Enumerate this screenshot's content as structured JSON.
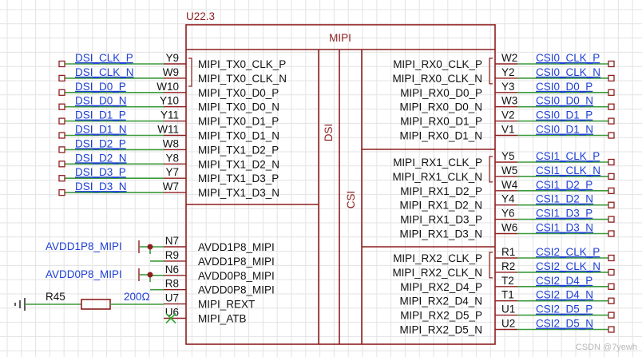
{
  "part": {
    "designator": "U22.3",
    "title": "MIPI",
    "dsi_label": "DSI",
    "csi_label": "CSI"
  },
  "left_pins": [
    {
      "net": "DSI_CLK_P",
      "num": "Y9",
      "name": "MIPI_TX0_CLK_P"
    },
    {
      "net": "DSI_CLK_N",
      "num": "W9",
      "name": "MIPI_TX0_CLK_N"
    },
    {
      "net": "DSI_D0_P",
      "num": "W10",
      "name": "MIPI_TX0_D0_P"
    },
    {
      "net": "DSI_D0_N",
      "num": "Y10",
      "name": "MIPI_TX0_D0_N"
    },
    {
      "net": "DSI_D1_P",
      "num": "Y11",
      "name": "MIPI_TX0_D1_P"
    },
    {
      "net": "DSI_D1_N",
      "num": "W11",
      "name": "MIPI_TX0_D1_N"
    },
    {
      "net": "DSI_D2_P",
      "num": "W8",
      "name": "MIPI_TX1_D2_P"
    },
    {
      "net": "DSI_D2_N",
      "num": "Y8",
      "name": "MIPI_TX1_D2_N"
    },
    {
      "net": "DSI_D3_P",
      "num": "Y7",
      "name": "MIPI_TX1_D3_P"
    },
    {
      "net": "DSI_D3_N",
      "num": "W7",
      "name": "MIPI_TX1_D3_N"
    }
  ],
  "power_pins": [
    {
      "num": "N7",
      "name": "AVDD1P8_MIPI"
    },
    {
      "num": "R9",
      "name": "AVDD1P8_MIPI"
    },
    {
      "num": "N6",
      "name": "AVDD0P8_MIPI"
    },
    {
      "num": "R8",
      "name": "AVDD0P8_MIPI"
    },
    {
      "num": "U7",
      "name": "MIPI_REXT"
    },
    {
      "num": "U6",
      "name": "MIPI_ATB"
    }
  ],
  "power_nets": [
    "AVDD1P8_MIPI",
    "AVDD0P8_MIPI"
  ],
  "resistor": {
    "ref": "R45",
    "value": "200Ω"
  },
  "csi_blocks": [
    {
      "pins": [
        {
          "name": "MIPI_RX0_CLK_P",
          "num": "W2",
          "net": "CSI0_CLK_P"
        },
        {
          "name": "MIPI_RX0_CLK_N",
          "num": "Y2",
          "net": "CSI0_CLK_N"
        },
        {
          "name": "MIPI_RX0_D0_P",
          "num": "Y3",
          "net": "CSI0_D0_P"
        },
        {
          "name": "MIPI_RX0_D0_N",
          "num": "W3",
          "net": "CSI0_D0_N"
        },
        {
          "name": "MIPI_RX0_D1_P",
          "num": "V2",
          "net": "CSI0_D1_P"
        },
        {
          "name": "MIPI_RX0_D1_N",
          "num": "V1",
          "net": "CSI0_D1_N"
        }
      ]
    },
    {
      "pins": [
        {
          "name": "MIPI_RX1_CLK_P",
          "num": "Y5",
          "net": "CSI1_CLK_P"
        },
        {
          "name": "MIPI_RX1_CLK_N",
          "num": "W5",
          "net": "CSI1_CLK_N"
        },
        {
          "name": "MIPI_RX1_D2_P",
          "num": "W4",
          "net": "CSI1_D2_P"
        },
        {
          "name": "MIPI_RX1_D2_N",
          "num": "Y4",
          "net": "CSI1_D2_N"
        },
        {
          "name": "MIPI_RX1_D3_P",
          "num": "Y6",
          "net": "CSI1_D3_P"
        },
        {
          "name": "MIPI_RX1_D3_N",
          "num": "W6",
          "net": "CSI1_D3_N"
        }
      ]
    },
    {
      "pins": [
        {
          "name": "MIPI_RX2_CLK_P",
          "num": "R1",
          "net": "CSI2_CLK_P"
        },
        {
          "name": "MIPI_RX2_CLK_N",
          "num": "R2",
          "net": "CSI2_CLK_N"
        },
        {
          "name": "MIPI_RX2_D4_P",
          "num": "T2",
          "net": "CSI2_D4_P"
        },
        {
          "name": "MIPI_RX2_D4_N",
          "num": "T1",
          "net": "CSI2_D4_N"
        },
        {
          "name": "MIPI_RX2_D5_P",
          "num": "U1",
          "net": "CSI2_D5_P"
        },
        {
          "name": "MIPI_RX2_D5_N",
          "num": "U2",
          "net": "CSI2_D5_N"
        }
      ]
    }
  ],
  "watermark": "CSDN @7yewh"
}
